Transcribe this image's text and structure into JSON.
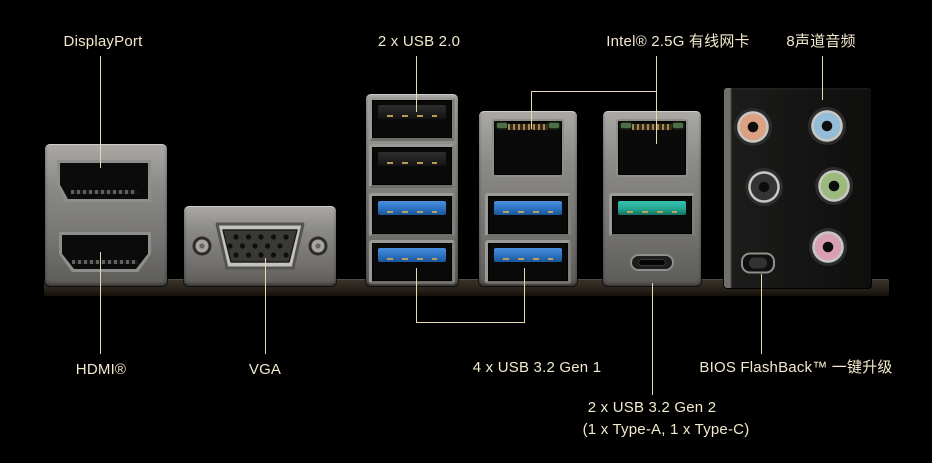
{
  "diagram_title": "Motherboard rear I/O ports diagram",
  "labels": {
    "displayport": "DisplayPort",
    "usb20": "2 x USB 2.0",
    "lan": "Intel® 2.5G 有线网卡",
    "audio": "8声道音频",
    "hdmi": "HDMI®",
    "vga": "VGA",
    "usb32_gen1": "4 x USB 3.2 Gen 1",
    "bios_flashback": "BIOS FlashBack™ 一键升级",
    "usb32_gen2": "2 x USB 3.2 Gen 2",
    "usb32_gen2_detail": "(1 x Type-A, 1 x Type-C)"
  },
  "ports": [
    {
      "name": "displayport-port",
      "type": "DisplayPort"
    },
    {
      "name": "hdmi-port",
      "type": "HDMI"
    },
    {
      "name": "vga-port",
      "type": "VGA"
    },
    {
      "name": "usb2-port-1",
      "type": "USB 2.0"
    },
    {
      "name": "usb2-port-2",
      "type": "USB 2.0"
    },
    {
      "name": "usb3-port-1",
      "type": "USB 3.2 Gen 1"
    },
    {
      "name": "usb3-port-2",
      "type": "USB 3.2 Gen 1"
    },
    {
      "name": "lan-port-1",
      "type": "Intel 2.5G Ethernet"
    },
    {
      "name": "usb3-port-3",
      "type": "USB 3.2 Gen 1"
    },
    {
      "name": "usb3-port-4",
      "type": "USB 3.2 Gen 1"
    },
    {
      "name": "lan-port-2",
      "type": "Intel 2.5G Ethernet"
    },
    {
      "name": "usb32gen2-typea-port",
      "type": "USB 3.2 Gen 2 Type-A"
    },
    {
      "name": "usb32gen2-typec-port",
      "type": "USB 3.2 Gen 2 Type-C"
    },
    {
      "name": "audio-jack-orange",
      "type": "audio jack"
    },
    {
      "name": "audio-jack-lightblue",
      "type": "audio jack"
    },
    {
      "name": "audio-jack-black",
      "type": "audio jack"
    },
    {
      "name": "audio-jack-green",
      "type": "audio jack"
    },
    {
      "name": "audio-jack-pink",
      "type": "audio jack"
    },
    {
      "name": "bios-flashback-button",
      "type": "BIOS FlashBack button"
    }
  ],
  "colors": {
    "background": "#000000",
    "label_text": "#f3e9cd",
    "leader_line": "#e6dab4",
    "usb3_blue": "#2b72c3",
    "usbc_teal": "#23a794",
    "board_edge": "#2c2620",
    "audio_orange": "#dca183",
    "audio_lightblue": "#96bdd8",
    "audio_black": "#343434",
    "audio_green": "#9cba7d",
    "audio_pink": "#d99fb4"
  }
}
